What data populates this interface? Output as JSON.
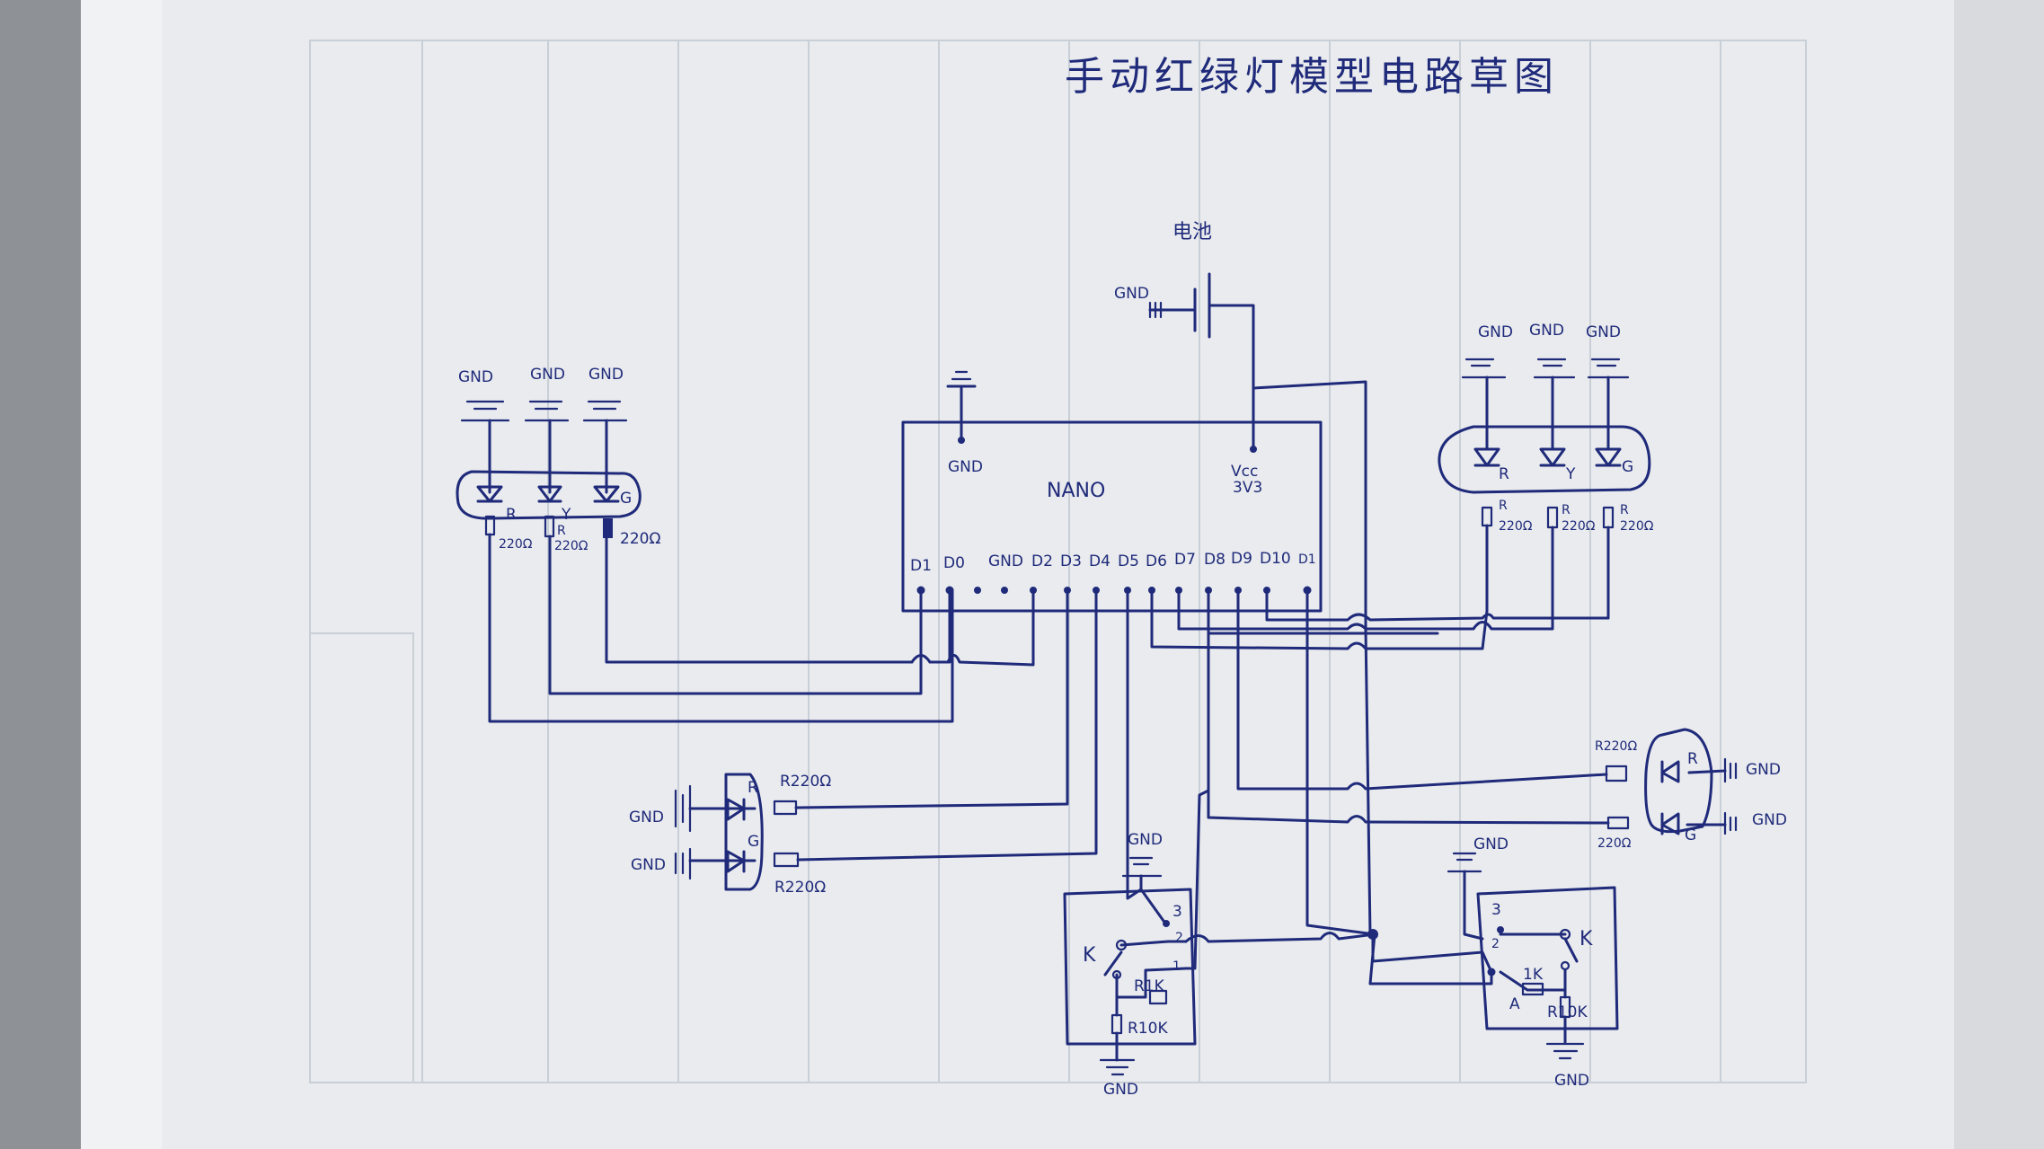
{
  "title": "手动红绿灯模型电路草图",
  "battery_label": "电池",
  "controller": {
    "name": "NANO",
    "gnd_top": "GND",
    "vcc": "Vcc",
    "vcc_value": "3V3",
    "pins": [
      "D1",
      "D0",
      "GND",
      "D2",
      "D3",
      "D4",
      "D5",
      "D6",
      "D7",
      "D8",
      "D9",
      "D10",
      "D1"
    ]
  },
  "gnd": "GND",
  "led_labels": {
    "r": "R",
    "y": "Y",
    "g": "G"
  },
  "resistor_labels": {
    "r": "R",
    "ohm220": "220Ω",
    "r220": "R220Ω",
    "r1k": "R1K",
    "r10k": "R10K",
    "one_k": "1K",
    "r_10k": "R10K"
  },
  "switch_labels": {
    "k": "K",
    "pin3": "3",
    "pin2": "2",
    "pin1": "1",
    "a": "A"
  },
  "colors": {
    "ink": "#1f2a7a",
    "paper": "#eceef1",
    "grid": "#c9cfd6"
  }
}
